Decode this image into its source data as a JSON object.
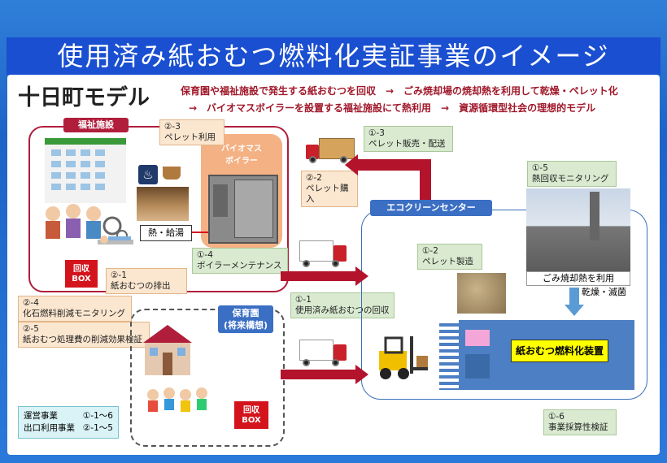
{
  "title": "使用済み紙おむつ燃料化実証事業のイメージ",
  "model_name": "十日町モデル",
  "subtitle_line1": "保育園や福祉施設で発生する紙おむつを回収　→　ごみ焼却場の焼却熱を利用して乾燥・ペレット化",
  "subtitle_line2": "→　バイオマスボイラーを設置する福祉施設にて熱利用　→　資源循環型社会の理想的モデル",
  "welfare": {
    "tag": "福祉施設",
    "boiler_label": "バイオマス\nボイラー",
    "heat_label": "熱・給湯",
    "bin_label": "回収\nBOX"
  },
  "nursery": {
    "tag": "保育園\n(将来構想)",
    "bin_label": "回収\nBOX"
  },
  "center": {
    "tag": "エコクリーンセンター",
    "photo_caption": "ごみ焼却熱を利用",
    "dry_label": "乾燥・滅菌",
    "device_label": "紙おむつ燃料化装置"
  },
  "steps": {
    "s2_3": "②-3\nペレット利用",
    "s1_3": "①-3\nペレット販売・配送",
    "s2_2": "②-2\nペレット購入",
    "s1_5": "①-5\n熱回収モニタリング",
    "s1_4": "①-4\nボイラーメンテナンス",
    "s1_2": "①-2\nペレット製造",
    "s2_1": "②-1\n紙おむつの排出",
    "s1_1": "①-1\n使用済み紙おむつの回収",
    "s2_4": "②-4\n化石燃料削減モニタリング",
    "s2_5": "②-5\n紙おむつ処理費の削減効果検証",
    "s1_6": "①-6\n事業採算性検証"
  },
  "legend": {
    "row1_label": "運営事業",
    "row1_value": "①-1～6",
    "row2_label": "出口利用事業",
    "row2_value": "②-1～5"
  }
}
